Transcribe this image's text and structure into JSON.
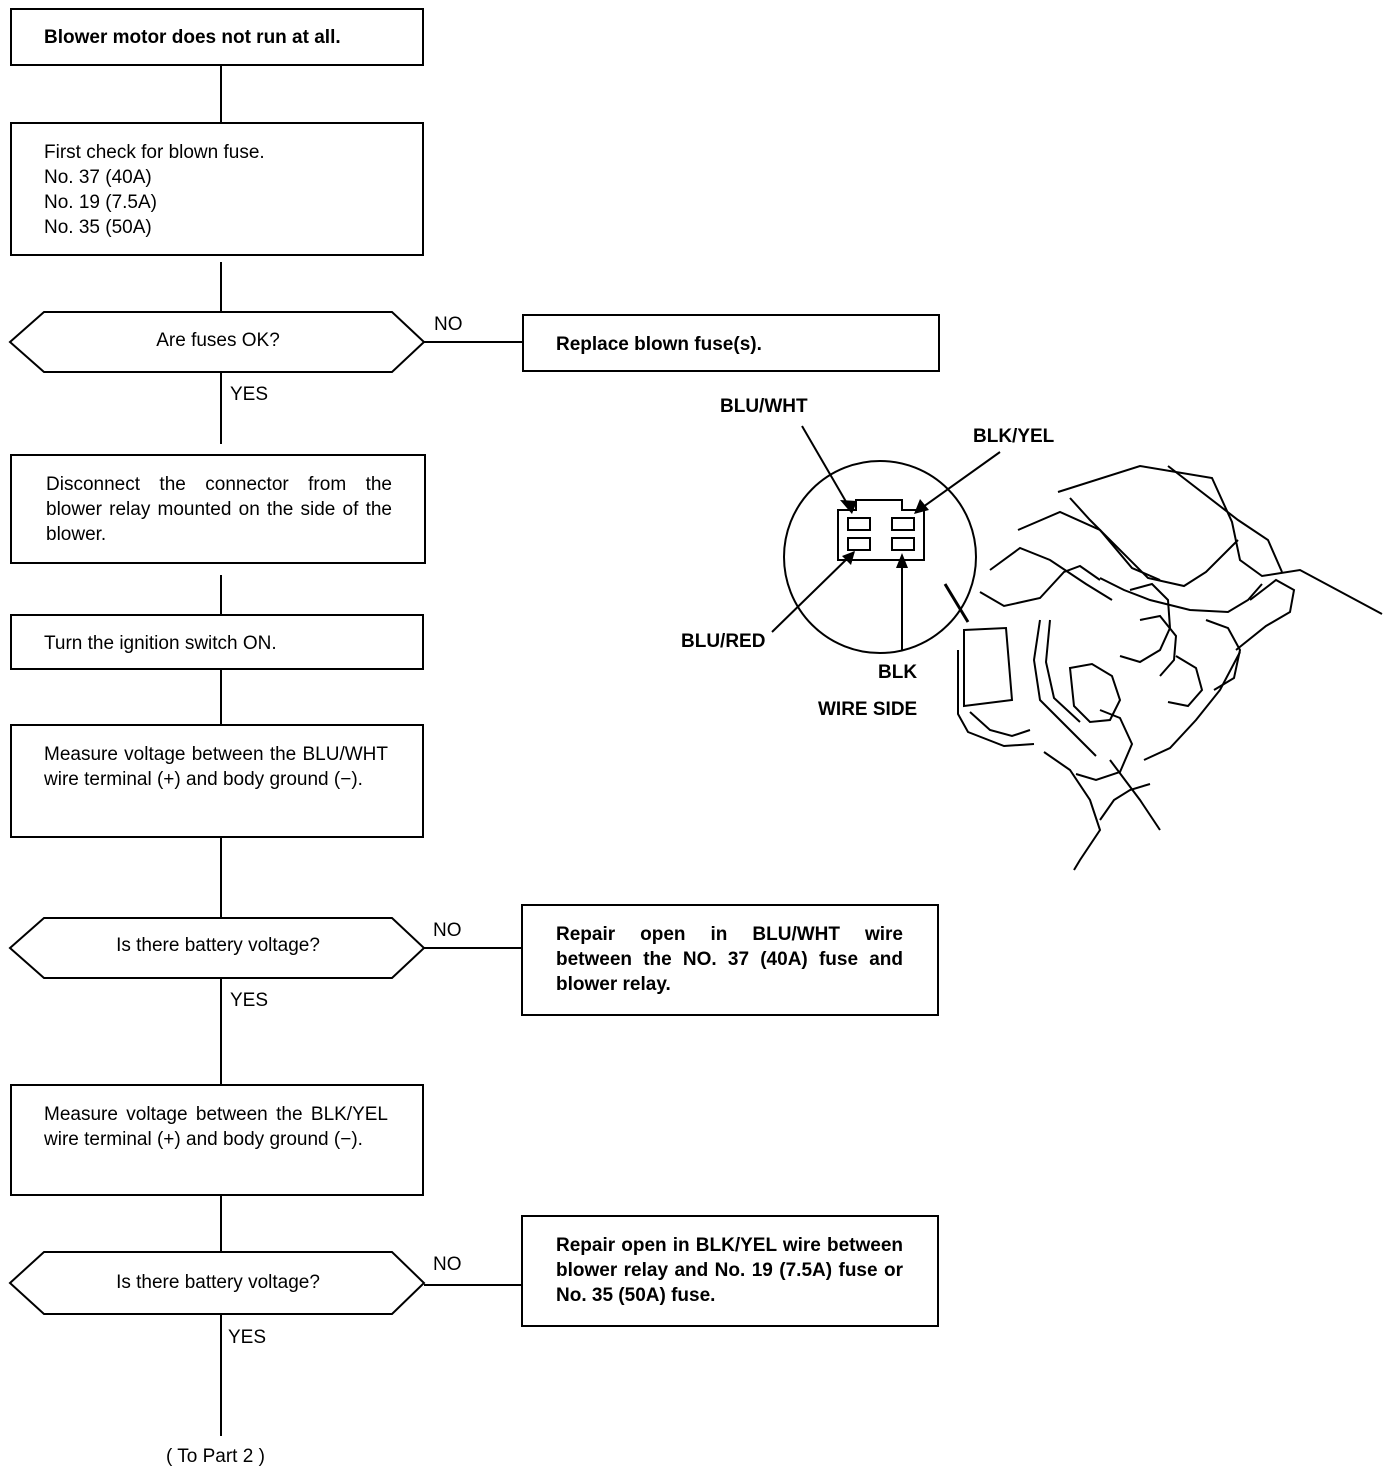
{
  "flow": {
    "start": "Blower motor does not run at all.",
    "check_fuse": {
      "line1": "First check for blown fuse.",
      "line2": "No. 37 (40A)",
      "line3": "No. 19 (7.5A)",
      "line4": "No. 35 (50A)"
    },
    "q_fuses": "Are fuses OK?",
    "replace_fuse": "Replace blown fuse(s).",
    "disconnect": "Disconnect the connector from the blower relay mounted on the side of the blower.",
    "ignition": "Turn the ignition switch ON.",
    "measure1": "Measure voltage between the BLU/WHT wire terminal (+) and body ground (−).",
    "q_voltage1": "Is there battery voltage?",
    "repair1": "Repair open in BLU/WHT wire between the NO. 37 (40A) fuse and blower relay.",
    "measure2": "Measure voltage between the BLK/YEL wire terminal (+) and body ground (−).",
    "q_voltage2": "Is there battery voltage?",
    "repair2": "Repair open in BLK/YEL wire between blower relay and No. 19 (7.5A) fuse or No. 35 (50A) fuse.",
    "yes_label": "YES",
    "no_label": "NO",
    "to_part2": "( To Part 2 )"
  },
  "connector": {
    "blu_wht": "BLU/WHT",
    "blk_yel": "BLK/YEL",
    "blu_red": "BLU/RED",
    "blk": "BLK",
    "wire_side": "WIRE SIDE"
  }
}
